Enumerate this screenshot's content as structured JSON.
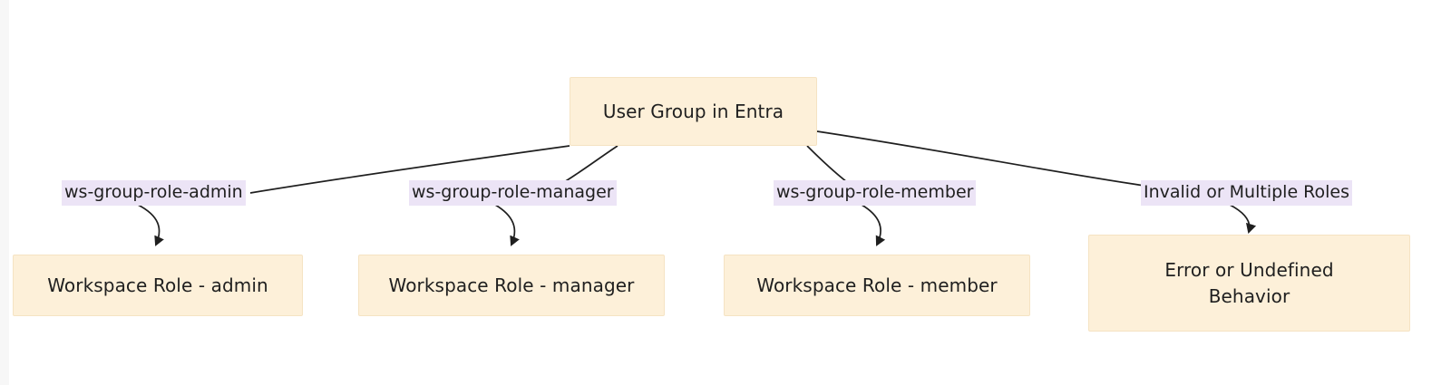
{
  "diagram": {
    "type": "flowchart",
    "direction": "top-down",
    "theme": {
      "node_fill": "#fdf0d9",
      "node_border": "#f5e3c3",
      "node_text": "#1f1f1f",
      "edge_label_bg": "#ece4f6",
      "edge_stroke": "#1f1f1f",
      "background": "#ffffff",
      "gutter": "#f7f7f7"
    },
    "root": {
      "id": "user-group",
      "label": "User Group in Entra"
    },
    "branches": [
      {
        "id": "admin",
        "edge_label": "ws-group-role-admin",
        "target_label": "Workspace Role - admin"
      },
      {
        "id": "manager",
        "edge_label": "ws-group-role-manager",
        "target_label": "Workspace Role - manager"
      },
      {
        "id": "member",
        "edge_label": "ws-group-role-member",
        "target_label": "Workspace Role - member"
      },
      {
        "id": "invalid",
        "edge_label": "Invalid or Multiple Roles",
        "target_label": "Error or Undefined Behavior",
        "target_label_line1": "Error or Undefined",
        "target_label_line2": "Behavior"
      }
    ]
  }
}
